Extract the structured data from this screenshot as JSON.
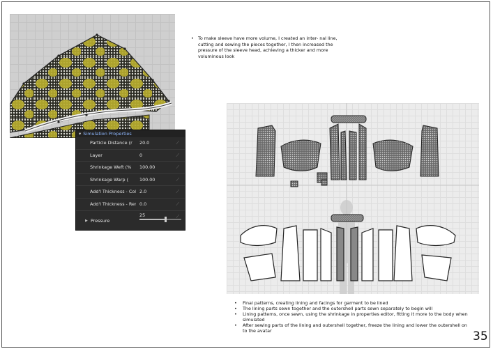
{
  "top_note": "To make sleeve have more volume, I created an inter- nal line, cutting and sewing the pieces together, I then increased the pressure of the sleeve head, achieving a thicker and more voluminous look",
  "panel": {
    "title": "Simulation Properties",
    "rows": [
      {
        "label": "Particle Distance (r",
        "value": "20.0"
      },
      {
        "label": "Layer",
        "value": "0"
      },
      {
        "label": "Shrinkage Weft (%",
        "value": "100.00"
      },
      {
        "label": "Shrinkage Warp (",
        "value": "100.00"
      },
      {
        "label": "Add'l Thickness - Collis",
        "value": "2.0"
      },
      {
        "label": "Add'l Thickness - Ren",
        "value": "0.0"
      }
    ],
    "pressure": {
      "label": "Pressure",
      "value": "25",
      "fraction": 0.62
    }
  },
  "bottom_notes": [
    "Final patterns, creating lining and facings for garment to be lined",
    "The lining parts sewn together and the outershell parts sewn separately to begin will",
    "Lining patterns, once sewn, using the shrinkage in properties editor, fitting it more to the body when simulated",
    "After sewing parts of the lining and outershell together, freeze the lining and lower the outershell on to the avatar"
  ],
  "page_number": "35",
  "colors": {
    "fabric_yellow": "#b8ad2e",
    "panel_bg": "#2b2b2b",
    "panel_title": "#8fb8ff"
  }
}
